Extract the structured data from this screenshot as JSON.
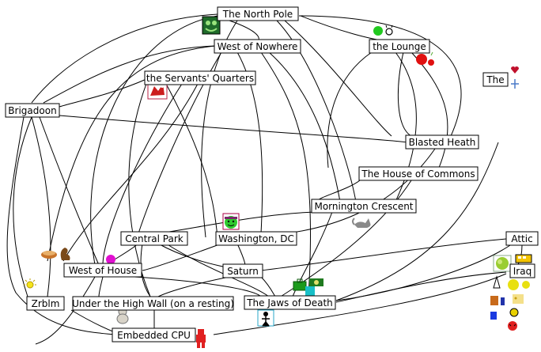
{
  "rooms": [
    {
      "id": "north_pole",
      "label": "The North Pole"
    },
    {
      "id": "west_nowhere",
      "label": "West of Nowhere"
    },
    {
      "id": "lounge",
      "label": "the Lounge"
    },
    {
      "id": "servants",
      "label": "the Servants' Quarters"
    },
    {
      "id": "the",
      "label": "The"
    },
    {
      "id": "brigadoon",
      "label": "Brigadoon"
    },
    {
      "id": "blasted",
      "label": "Blasted Heath"
    },
    {
      "id": "commons",
      "label": "The House of Commons"
    },
    {
      "id": "mornington",
      "label": "Mornington Crescent"
    },
    {
      "id": "central",
      "label": "Central Park"
    },
    {
      "id": "washington",
      "label": "Washington, DC"
    },
    {
      "id": "attic",
      "label": "Attic"
    },
    {
      "id": "west_house",
      "label": "West of House"
    },
    {
      "id": "saturn",
      "label": "Saturn"
    },
    {
      "id": "iraq",
      "label": "Iraq"
    },
    {
      "id": "zrblm",
      "label": "Zrblm"
    },
    {
      "id": "high_wall",
      "label": "Under the High Wall (on a resting)"
    },
    {
      "id": "jaws",
      "label": "The Jaws of Death"
    },
    {
      "id": "cpu",
      "label": "Embedded CPU"
    }
  ],
  "sprites": [
    "frog-icon",
    "person-icon",
    "apple-icon",
    "dragon-icon",
    "heart-icon",
    "sparkle-icon",
    "cat-icon",
    "smiley-icon",
    "pie-icon",
    "squirrel-icon",
    "lightbulb-icon",
    "teddy-icon",
    "luggage-icon",
    "money-icon",
    "bus-icon",
    "lettuce-icon",
    "robot-icon",
    "waiter-icon"
  ]
}
